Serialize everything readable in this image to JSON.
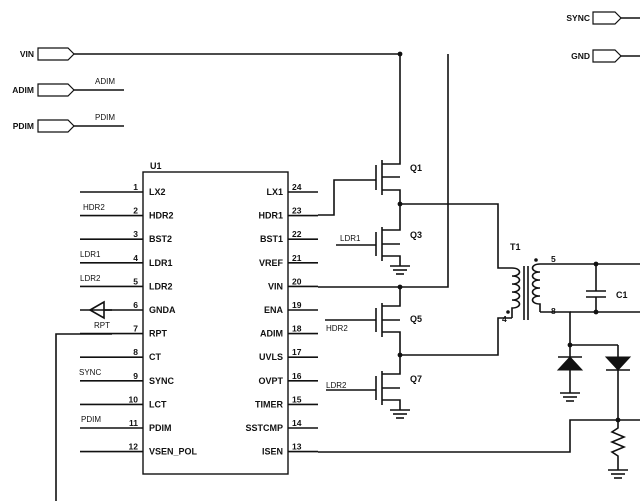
{
  "ports": {
    "vin": "VIN",
    "adim": "ADIM",
    "pdim": "PDIM",
    "sync": "SYNC",
    "gnd": "GND"
  },
  "nets": {
    "adim": "ADIM",
    "pdim": "PDIM",
    "hdr2": "HDR2",
    "ldr1": "LDR1",
    "ldr2": "LDR2",
    "rpt": "RPT",
    "sync": "SYNC",
    "pdim2": "PDIM",
    "q_ldr1": "LDR1",
    "q_hdr2": "HDR2",
    "q_ldr2": "LDR2"
  },
  "ic": {
    "ref": "U1",
    "left_pins": [
      {
        "num": "1",
        "name": "LX2"
      },
      {
        "num": "2",
        "name": "HDR2"
      },
      {
        "num": "3",
        "name": "BST2"
      },
      {
        "num": "4",
        "name": "LDR1"
      },
      {
        "num": "5",
        "name": "LDR2"
      },
      {
        "num": "6",
        "name": "GNDA"
      },
      {
        "num": "7",
        "name": "RPT"
      },
      {
        "num": "8",
        "name": "CT"
      },
      {
        "num": "9",
        "name": "SYNC"
      },
      {
        "num": "10",
        "name": "LCT"
      },
      {
        "num": "11",
        "name": "PDIM"
      },
      {
        "num": "12",
        "name": "VSEN_POL"
      }
    ],
    "right_pins": [
      {
        "num": "24",
        "name": "LX1"
      },
      {
        "num": "23",
        "name": "HDR1"
      },
      {
        "num": "22",
        "name": "BST1"
      },
      {
        "num": "21",
        "name": "VREF"
      },
      {
        "num": "20",
        "name": "VIN"
      },
      {
        "num": "19",
        "name": "ENA"
      },
      {
        "num": "18",
        "name": "ADIM"
      },
      {
        "num": "17",
        "name": "UVLS"
      },
      {
        "num": "16",
        "name": "OVPT"
      },
      {
        "num": "15",
        "name": "TIMER"
      },
      {
        "num": "14",
        "name": "SSTCMP"
      },
      {
        "num": "13",
        "name": "ISEN"
      }
    ]
  },
  "components": {
    "q1": "Q1",
    "q3": "Q3",
    "q5": "Q5",
    "q7": "Q7",
    "t1": "T1",
    "c1": "C1",
    "t1_pin5": "5",
    "t1_pin4": "4",
    "t1_pin8": "8"
  }
}
